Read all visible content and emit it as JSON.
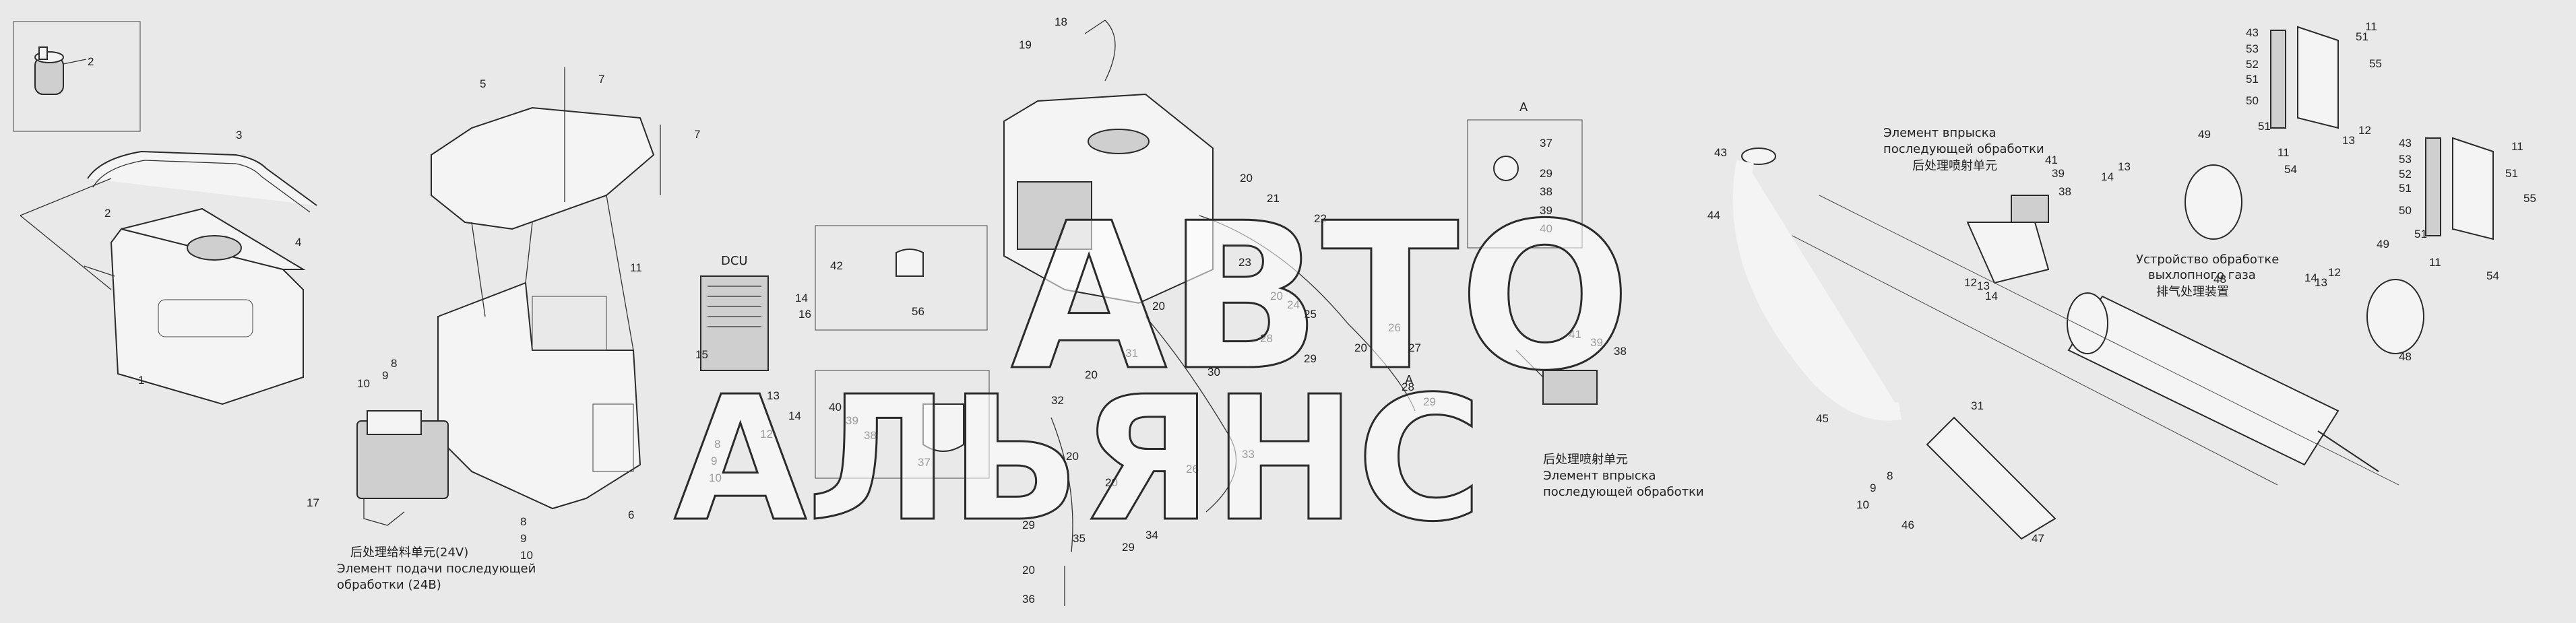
{
  "watermark": {
    "line1": "АВТО",
    "line2": "АЛЬЯНС"
  },
  "captions": {
    "dosing_unit_cn": "后处理给料单元(24V)",
    "dosing_unit_ru_1": "Элемент подачи последующей",
    "dosing_unit_ru_2": "обработки (24В)",
    "injector_ru_1": "Элемент впрыска",
    "injector_ru_2": "последующей обработки",
    "injector_cn": "后处理喷射单元",
    "injector2_cn": "后处理喷射单元",
    "injector2_ru_1": "Элемент впрыска",
    "injector2_ru_2": "последующей обработки",
    "exhaust_ru_1": "Устройство обработке",
    "exhaust_ru_2": "выхлопного газа",
    "exhaust_cn": "排气处理装置",
    "dcu": "DCU",
    "detail_a": "A",
    "detail_a2": "A"
  },
  "labels": {
    "l1": "1",
    "l2a": "2",
    "l2b": "2",
    "l3": "3",
    "l4": "4",
    "l5": "5",
    "l6": "6",
    "l7a": "7",
    "l7b": "7",
    "l8a": "8",
    "l8b": "8",
    "l8c": "8",
    "l8d": "8",
    "l9a": "9",
    "l9b": "9",
    "l9c": "9",
    "l9d": "9",
    "l10a": "10",
    "l10b": "10",
    "l10c": "10",
    "l10d": "10",
    "l11a": "11",
    "l11b": "11",
    "l11c": "11",
    "l11d": "11",
    "l12a": "12",
    "l12b": "12",
    "l12c": "12",
    "l13a": "13",
    "l13b": "13",
    "l13c": "13",
    "l13d": "13",
    "l13e": "13",
    "l14a": "14",
    "l14b": "14",
    "l14c": "14",
    "l14d": "14",
    "l15": "15",
    "l16": "16",
    "l17": "17",
    "l18": "18",
    "l19": "19",
    "l20a": "20",
    "l20b": "20",
    "l20c": "20",
    "l20d": "20",
    "l20e": "20",
    "l20f": "20",
    "l20g": "20",
    "l20h": "20",
    "l21": "21",
    "l22": "22",
    "l23": "23",
    "l24": "24",
    "l25": "25",
    "l26a": "26",
    "l26b": "26",
    "l27": "27",
    "l28a": "28",
    "l28b": "28",
    "l29a": "29",
    "l29b": "29",
    "l29c": "29",
    "l29d": "29",
    "l29e": "29",
    "l30": "30",
    "l31a": "31",
    "l31b": "31",
    "l32": "32",
    "l33": "33",
    "l34": "34",
    "l35": "35",
    "l36": "36",
    "l37a": "37",
    "l37b": "37",
    "l38a": "38",
    "l38b": "38",
    "l38c": "38",
    "l38d": "38",
    "l39a": "39",
    "l39b": "39",
    "l39c": "39",
    "l39d": "39",
    "l40a": "40",
    "l40b": "40",
    "l41a": "41",
    "l41b": "41",
    "l42": "42",
    "l43a": "43",
    "l43b": "43",
    "l43c": "43",
    "l44": "44",
    "l45": "45",
    "l46": "46",
    "l47": "47",
    "l48a": "48",
    "l48b": "48",
    "l49a": "49",
    "l49b": "49",
    "l50a": "50",
    "l50b": "50",
    "l51a": "51",
    "l51b": "51",
    "l51c": "51",
    "l51d": "51",
    "l51e": "51",
    "l51f": "51",
    "l52a": "52",
    "l52b": "52",
    "l53a": "53",
    "l53b": "53",
    "l54a": "54",
    "l54b": "54",
    "l55a": "55",
    "l55b": "55",
    "l56": "56"
  }
}
